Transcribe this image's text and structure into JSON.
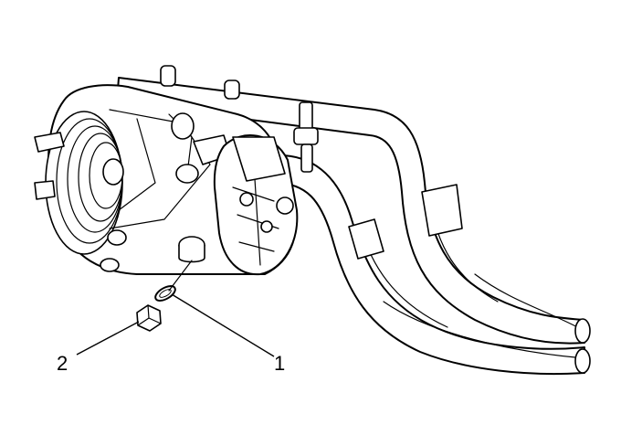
{
  "callouts": [
    {
      "label": "1",
      "part": "seal"
    },
    {
      "label": "2",
      "part": "nut"
    }
  ],
  "colors": {
    "line": "#000000",
    "background": "#ffffff"
  }
}
